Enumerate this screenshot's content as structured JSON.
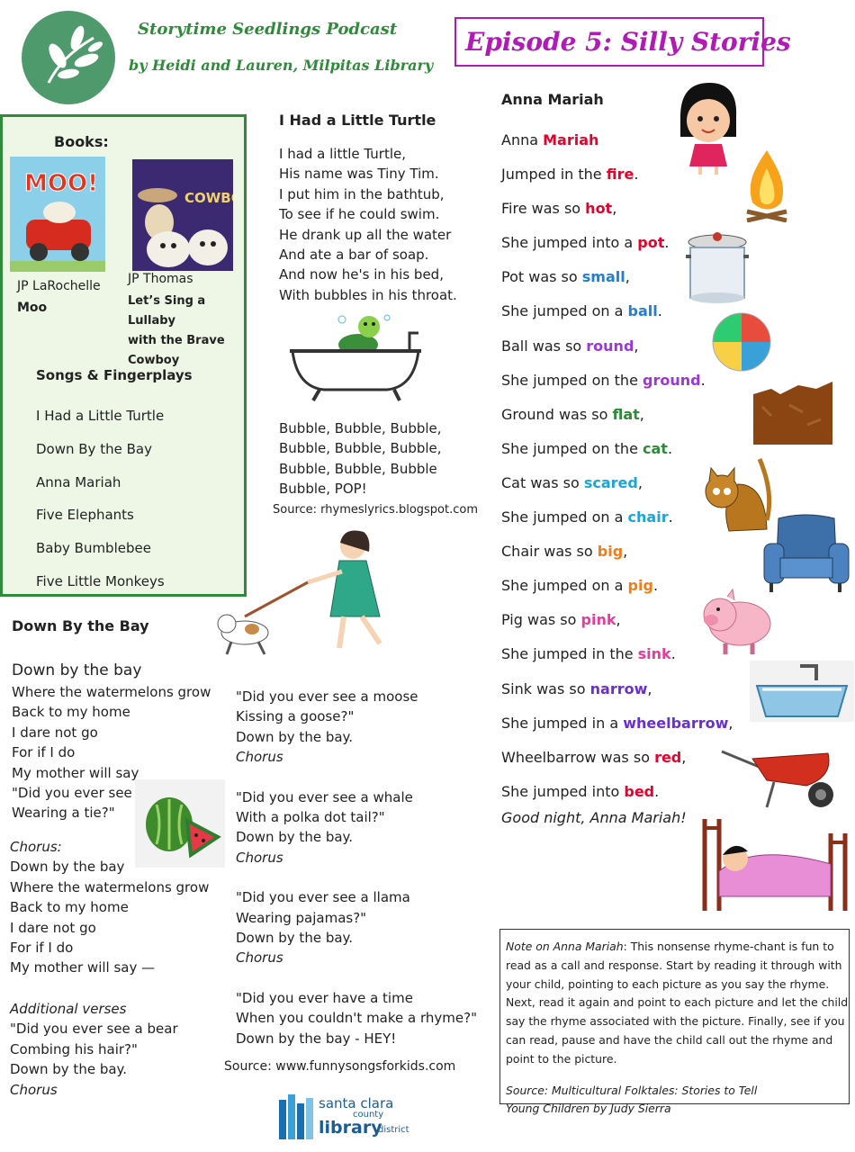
{
  "header": {
    "podcast": "Storytime Seedlings Podcast",
    "byline": "by Heidi and Lauren,  Milpitas Library",
    "episode": "Episode 5:  Silly Stories"
  },
  "colors": {
    "green": "#2e8b3a",
    "magenta": "#b01ab5",
    "logo": "#4e9a6c",
    "red": "#e8002c",
    "blue": "#1f7fd8",
    "purple": "#9b37d8",
    "darkgreen": "#2e8b3a",
    "cyan": "#1ba5df",
    "orange": "#f07d1a",
    "pink": "#e83b9c",
    "violet": "#6a2fd0"
  },
  "books": {
    "heading": "Books:",
    "items": [
      {
        "author": "JP LaRochelle",
        "title": "Moo",
        "cover_text": "MOO!"
      },
      {
        "author": "JP Thomas",
        "title": "Let’s Sing a Lullaby with the Brave Cowboy",
        "title_lines": [
          "Let’s Sing a Lullaby",
          "with the Brave",
          "Cowboy"
        ],
        "cover_text": "COWBOY"
      }
    ]
  },
  "songs": {
    "heading": "Songs & Fingerplays",
    "items": [
      "I Had a Little Turtle",
      "Down By the Bay",
      "Anna Mariah",
      "Five Elephants",
      "Baby Bumblebee",
      "Five Little Monkeys"
    ]
  },
  "turtle": {
    "title": "I Had a Little Turtle",
    "lines": [
      "I had a little Turtle,",
      "His name was Tiny Tim.",
      "I put him in the bathtub,",
      "To see if he could swim.",
      "He drank up all the water",
      "And ate a bar of soap.",
      "And now he's in his bed,",
      "With bubbles in his throat."
    ],
    "bubble_lines": [
      "Bubble, Bubble, Bubble,",
      "Bubble, Bubble, Bubble,",
      "Bubble, Bubble, Bubble",
      "Bubble, POP!"
    ],
    "source": "Source: rhymeslyrics.blogspot.com"
  },
  "bay": {
    "title": "Down By the Bay",
    "first": "Down by the bay",
    "verse1": [
      "Where the watermelons grow",
      "Back to my home",
      "I dare not go",
      "For if I do",
      "My mother will say",
      "\"Did you ever see a fly",
      "Wearing a tie?\""
    ],
    "chorus_label": "Chorus:",
    "chorus": [
      "Down by the bay",
      "Where the watermelons grow",
      "Back to my home",
      "I dare not go",
      "For if I do",
      "My mother will say —"
    ],
    "additional_label": "Additional verses",
    "bear": [
      "\"Did you ever see a bear",
      "Combing his hair?\"",
      "Down by the bay."
    ],
    "chorus_word": "Chorus",
    "moose": [
      "\"Did you ever see a moose",
      "Kissing a goose?\"",
      "Down by the bay."
    ],
    "whale": [
      "\"Did you ever see a whale",
      "With a polka dot tail?\"",
      "Down by the bay."
    ],
    "llama": [
      "\"Did you ever see a llama",
      "Wearing pajamas?\"",
      "Down by the bay."
    ],
    "rhyme": [
      "\"Did you ever have a time",
      "When you couldn't make a rhyme?\"",
      "Down by the bay  - HEY!"
    ],
    "source": "Source: www.funnysongsforkids.com"
  },
  "anna": {
    "title": "Anna Mariah",
    "lines": [
      {
        "pre": "Anna ",
        "kw": "Mariah",
        "post": "",
        "color": "red"
      },
      {
        "pre": "Jumped in the ",
        "kw": "fire",
        "post": ".",
        "color": "red"
      },
      {
        "pre": "Fire was so ",
        "kw": "hot",
        "post": ",",
        "color": "red"
      },
      {
        "pre": "She jumped into a ",
        "kw": "pot",
        "post": ".",
        "color": "red"
      },
      {
        "pre": "Pot was so ",
        "kw": "small",
        "post": ",",
        "color": "blue"
      },
      {
        "pre": "She jumped on a ",
        "kw": "ball",
        "post": ".",
        "color": "blue"
      },
      {
        "pre": "Ball was so ",
        "kw": "round",
        "post": ",",
        "color": "purple"
      },
      {
        "pre": "She jumped on the ",
        "kw": "ground",
        "post": ".",
        "color": "purple"
      },
      {
        "pre": "Ground was so ",
        "kw": "flat",
        "post": ",",
        "color": "darkgreen"
      },
      {
        "pre": "She jumped on the ",
        "kw": "cat",
        "post": ".",
        "color": "darkgreen"
      },
      {
        "pre": "Cat was so ",
        "kw": "scared",
        "post": ",",
        "color": "cyan"
      },
      {
        "pre": "She jumped on a ",
        "kw": "chair",
        "post": ".",
        "color": "cyan"
      },
      {
        "pre": "Chair was so ",
        "kw": "big",
        "post": ",",
        "color": "orange"
      },
      {
        "pre": "She jumped on a ",
        "kw": "pig",
        "post": ".",
        "color": "orange"
      },
      {
        "pre": "Pig was so ",
        "kw": "pink",
        "post": ",",
        "color": "pink"
      },
      {
        "pre": "She jumped in the ",
        "kw": "sink",
        "post": ".",
        "color": "pink"
      },
      {
        "pre": "Sink was so ",
        "kw": "narrow",
        "post": ",",
        "color": "violet"
      },
      {
        "pre": "She jumped in a ",
        "kw": "wheelbarrow",
        "post": ",",
        "color": "violet"
      },
      {
        "pre": "Wheelbarrow was so ",
        "kw": "red",
        "post": ",",
        "color": "red"
      },
      {
        "pre": "She  jumped into ",
        "kw": "bed",
        "post": ".",
        "color": "red"
      }
    ],
    "goodnight": "Good night, Anna Mariah!"
  },
  "note": {
    "label": "Note on Anna Mariah",
    "lines": [
      ": This nonsense rhyme-chant is fun to",
      "read as a call and response. Start by reading it through with",
      "your child, pointing to each picture as you say the rhyme.",
      "Next, read it again and point to each picture and let the child",
      "say the rhyme associated with the picture. Finally, see if you",
      "can read, pause and have the child call out the rhyme and",
      "point to the picture."
    ],
    "source_lines": [
      "Source: Multicultural Folktales: Stories to Tell",
      "Young Children by Judy Sierra"
    ]
  },
  "footer": {
    "logo_line1": "santa clara",
    "logo_line2": "county",
    "logo_line3": "library",
    "logo_line4": "district"
  }
}
